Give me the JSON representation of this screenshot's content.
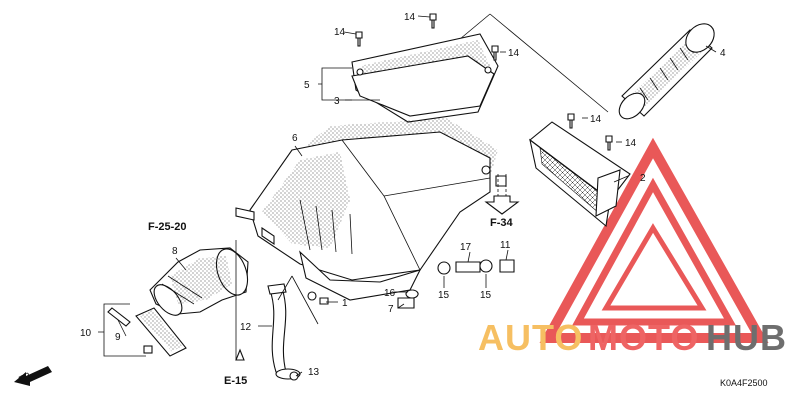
{
  "diagram": {
    "diagram_code": "K0A4F2500",
    "direction_label": "FR.",
    "section_refs": {
      "f25_20": "F-25-20",
      "f34": "F-34",
      "e15": "E-15"
    },
    "callouts": {
      "c1": "1",
      "c2": "2",
      "c3": "3",
      "c4": "4",
      "c5": "5",
      "c6": "6",
      "c7": "7",
      "c8": "8",
      "c9": "9",
      "c10": "10",
      "c11": "11",
      "c12": "12",
      "c13": "13",
      "c14a": "14",
      "c14b": "14",
      "c14c": "14",
      "c14d": "14",
      "c14e": "14",
      "c15a": "15",
      "c15b": "15",
      "c16": "16",
      "c17": "17"
    }
  },
  "watermark": {
    "word_auto": "AUTO",
    "word_moto": "MOTO",
    "word_hub": "HUB",
    "colors": {
      "auto": "#f5b547",
      "moto": "#ec4a4a",
      "hub": "#555555",
      "triangle": "#e63b3b"
    }
  }
}
